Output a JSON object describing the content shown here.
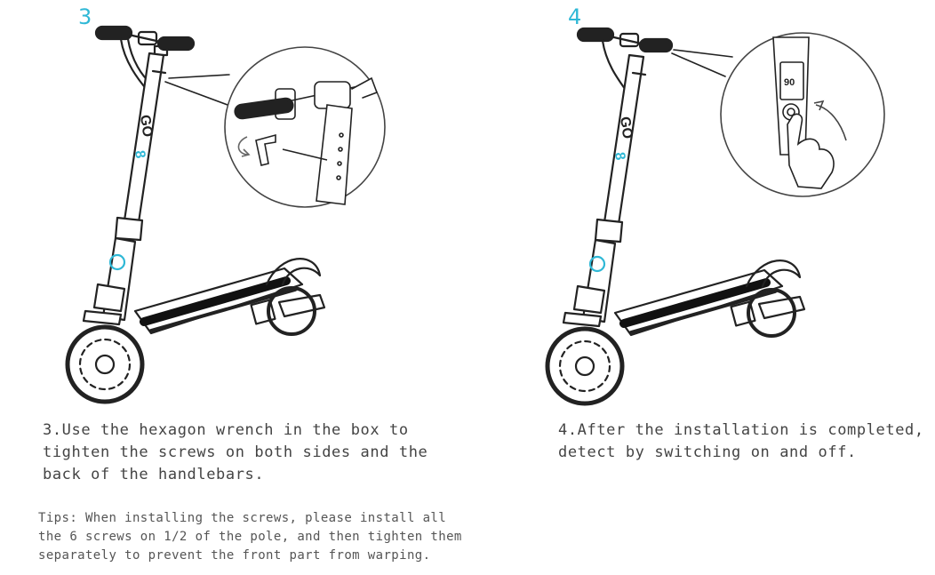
{
  "step3": {
    "number": "3",
    "text": "3.Use the hexagon wrench in the box to\ntighten the screws on both sides and the\nback of the handlebars."
  },
  "step4": {
    "number": "4",
    "text": "4.After the installation is completed,\ndetect by switching on and off."
  },
  "tips": "Tips: When installing the screws, please install all\nthe 6 screws on 1/2 of the pole, and then tighten them\nseparately to prevent the front part from warping.",
  "colors": {
    "accent": "#2fb8d6",
    "line": "#222222"
  },
  "icons": [
    "scooter-illustration",
    "handlebar-zoom-illustration",
    "hex-wrench-icon",
    "rotate-arrow-icon",
    "power-button-zoom-illustration",
    "finger-press-icon"
  ]
}
